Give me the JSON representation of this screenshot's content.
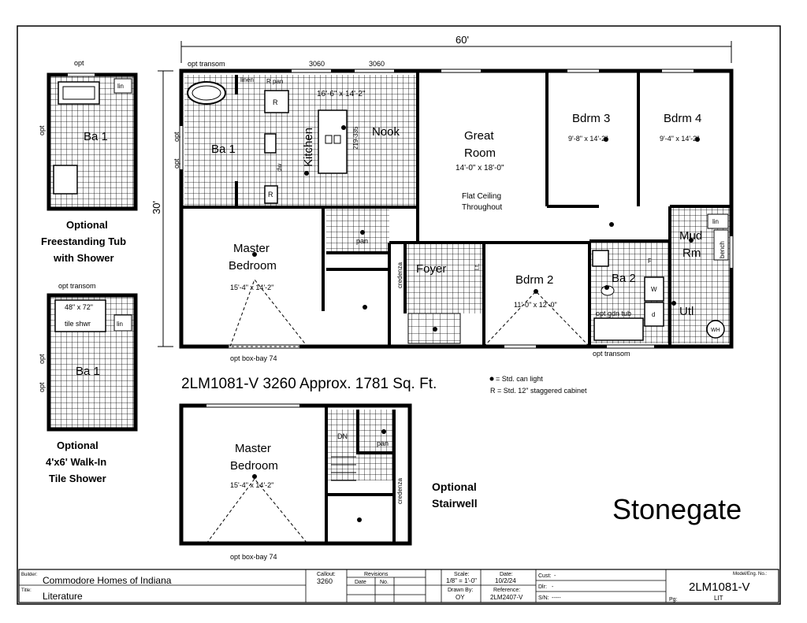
{
  "plan": {
    "overall_width": "60'",
    "overall_depth": "30'",
    "title": "2LM1081-V 3260 Approx. 1781 Sq. Ft.",
    "brand": "Stonegate",
    "legend": {
      "can_light": "= Std. can light",
      "cabinet": "R = Std. 12\" staggered cabinet"
    }
  },
  "rooms": {
    "great_room": {
      "name": "Great",
      "name2": "Room",
      "size": "14'-0\" x 18'-0\"",
      "note1": "Flat Ceiling",
      "note2": "Throughout"
    },
    "bdrm3": {
      "name": "Bdrm 3",
      "size": "9'-8\" x 14'-2\""
    },
    "bdrm4": {
      "name": "Bdrm 4",
      "size": "9'-4\" x 14'-2\""
    },
    "kitchen": {
      "name": "Kitchen",
      "size": "16'-6\" x 14'-2\"",
      "island": "219-335",
      "dw": "dw"
    },
    "nook": {
      "name": "Nook"
    },
    "ba1": {
      "name": "Ba 1",
      "linen": "linen",
      "rpan": "R pan"
    },
    "master": {
      "name": "Master",
      "name2": "Bedroom",
      "size": "15'-4\" x 14'-2\"",
      "bay": "opt box-bay 74"
    },
    "foyer": {
      "name": "Foyer",
      "credenza": "credenza",
      "lt": "l.t."
    },
    "bdrm2": {
      "name": "Bdrm 2",
      "size": "11'-0\" x 12'-0\""
    },
    "ba2": {
      "name": "Ba 2",
      "tub": "opt gdn tub"
    },
    "mud": {
      "name": "Mud",
      "name2": "Rm",
      "lin": "lin",
      "bench": "bench"
    },
    "utl": {
      "name": "Utl",
      "w": "W",
      "d": "d",
      "f": "F",
      "wh": "WH"
    },
    "pan": "pan"
  },
  "annotations": {
    "opt_transom": "opt transom",
    "door_3060": "3060",
    "opt": "opt",
    "r": "R"
  },
  "options": {
    "tub": {
      "caption1": "Optional",
      "caption2": "Freestanding Tub",
      "caption3": "with Shower",
      "label": "Ba 1",
      "lin": "lin",
      "opt": "opt"
    },
    "shower": {
      "caption1": "Optional",
      "caption2": "4'x6' Walk-In",
      "caption3": "Tile Shower",
      "label": "Ba 1",
      "lin": "lin",
      "shwr1": "48\" x 72\"",
      "shwr2": "tile shwr",
      "transom": "opt transom"
    },
    "stair": {
      "caption1": "Optional",
      "caption2": "Stairwell",
      "master": "Master",
      "master2": "Bedroom",
      "size": "15'-4\" x 14'-2\"",
      "dn": "DN",
      "pan": "pan",
      "credenza": "credenza",
      "bay": "opt box-bay 74"
    }
  },
  "title_block": {
    "builder_label": "Builder:",
    "builder": "Commodore Homes of Indiana",
    "title_label": "Title:",
    "title": "Literature",
    "callout_label": "Callout:",
    "callout": "3260",
    "revisions_label": "Revisions",
    "date_col": "Date",
    "no_col": "No.",
    "scale_label": "Scale:",
    "scale": "1/8\" = 1'-0\"",
    "date_label": "Date:",
    "date": "10/2/24",
    "drawn_label": "Drawn By:",
    "drawn": "OY",
    "reference_label": "Reference:",
    "reference": "2LM2407-V",
    "cust_label": "Cust:",
    "cust": "-",
    "dlr_label": "Dlr:",
    "dlr": "-",
    "sn_label": "S/N:",
    "sn": "-----",
    "model_label": "Model/Eng. No.:",
    "model": "2LM1081-V",
    "pg_label": "Pg:",
    "pg": "LIT"
  }
}
